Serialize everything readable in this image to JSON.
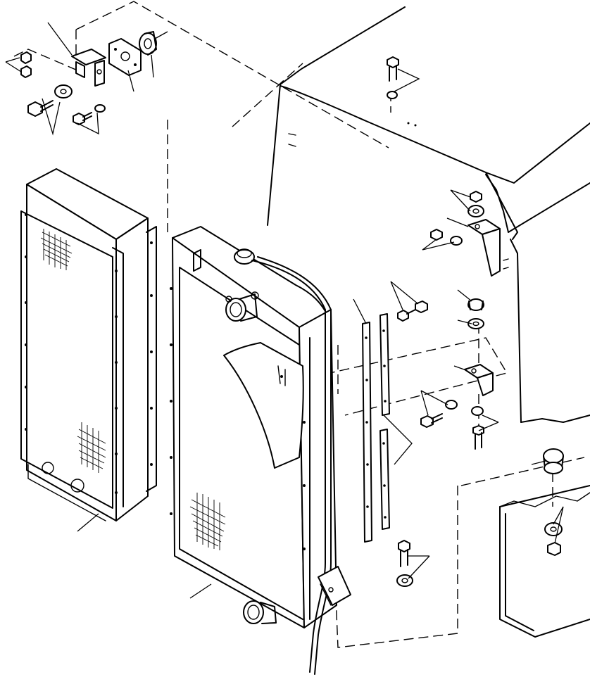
{
  "figure": {
    "kind": "exploded-parts-diagram",
    "colors": {
      "line": "#000000",
      "background": "#ffffff"
    },
    "parts": [
      {
        "name": "aftercooler-core"
      },
      {
        "name": "radiator-assembly"
      },
      {
        "name": "side-seal-strip"
      },
      {
        "name": "side-seal-strips-pair"
      },
      {
        "name": "upper-mounting-bracket"
      },
      {
        "name": "mounting-plate"
      },
      {
        "name": "rubber-mount"
      },
      {
        "name": "right-upper-bracket"
      },
      {
        "name": "lower-mounting-bracket"
      },
      {
        "name": "shroud-housing"
      },
      {
        "name": "lower-frame"
      }
    ]
  }
}
